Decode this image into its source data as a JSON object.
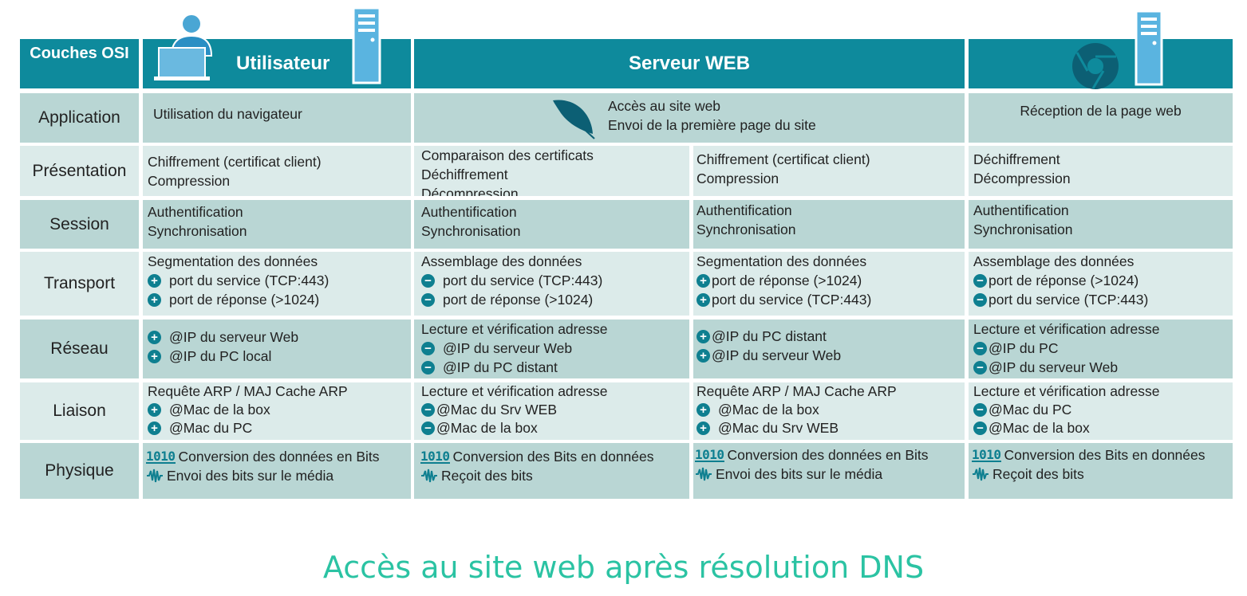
{
  "header": {
    "osi_label": "Couches OSI",
    "col_user": "Utilisateur",
    "col_server": "Serveur WEB"
  },
  "rows": {
    "application": {
      "label": "Application",
      "user": "Utilisation du navigateur",
      "server_line1": "Accès au site web",
      "server_line2": "Envoi de la première page du site",
      "client": "Réception de la page web"
    },
    "presentation": {
      "label": "Présentation",
      "c1": [
        "Chiffrement (certificat client)",
        "Compression"
      ],
      "c2": [
        "Comparaison des certificats",
        "Déchiffrement",
        "Décompression"
      ],
      "c3": [
        "Chiffrement (certificat client)",
        "Compression"
      ],
      "c4": [
        "Déchiffrement",
        "Décompression"
      ]
    },
    "session": {
      "label": "Session",
      "c1": [
        "Authentification",
        "Synchronisation"
      ],
      "c2": [
        "Authentification",
        "Synchronisation"
      ],
      "c3": [
        "Authentification",
        "Synchronisation"
      ],
      "c4": [
        "Authentification",
        "Synchronisation"
      ]
    },
    "transport": {
      "label": "Transport",
      "c1": [
        "Segmentation des données",
        "port du service (TCP:443)",
        "port de réponse (>1024)"
      ],
      "c2": [
        "Assemblage des données",
        "port du service (TCP:443)",
        "port de réponse (>1024)"
      ],
      "c3": [
        "Segmentation des données",
        "port de réponse (>1024)",
        "port du service (TCP:443)"
      ],
      "c4": [
        "Assemblage des données",
        "port de réponse (>1024)",
        "port du service (TCP:443)"
      ]
    },
    "reseau": {
      "label": "Réseau",
      "c1": [
        "@IP du serveur Web",
        "@IP du PC local"
      ],
      "c2": [
        "Lecture et vérification adresse",
        "@IP du serveur Web",
        "@IP du PC distant"
      ],
      "c3": [
        "@IP du PC distant",
        "@IP du serveur Web"
      ],
      "c4": [
        "Lecture et vérification adresse",
        "@IP du PC",
        "@IP du serveur Web"
      ]
    },
    "liaison": {
      "label": "Liaison",
      "c1": [
        "Requête ARP / MAJ Cache ARP",
        "@Mac de la box",
        "@Mac du PC"
      ],
      "c2": [
        "Lecture et vérification adresse",
        "@Mac du Srv WEB",
        "@Mac de la box"
      ],
      "c3": [
        "Requête ARP / MAJ Cache ARP",
        "@Mac de la box",
        "@Mac du Srv WEB"
      ],
      "c4": [
        "Lecture et vérification adresse",
        "@Mac du PC",
        "@Mac de la box"
      ]
    },
    "physique": {
      "label": "Physique",
      "c1": [
        "Conversion des données en Bits",
        "Envoi des bits sur le média"
      ],
      "c2": [
        "Conversion des Bits en données",
        "Reçoit des bits"
      ],
      "c3": [
        "Conversion des données en Bits",
        "Envoi des bits sur le média"
      ],
      "c4": [
        "Conversion des Bits en données",
        "Reçoit des bits"
      ]
    }
  },
  "icons": {
    "plus": "+",
    "minus": "−",
    "bits": "1010"
  },
  "caption": "Accès au site web après résolution DNS",
  "colors": {
    "header": "#0e8a9c",
    "row_dark": "#b9d6d4",
    "row_light": "#dcebea",
    "icon": "#0e7f90",
    "caption": "#2bc3a3"
  }
}
